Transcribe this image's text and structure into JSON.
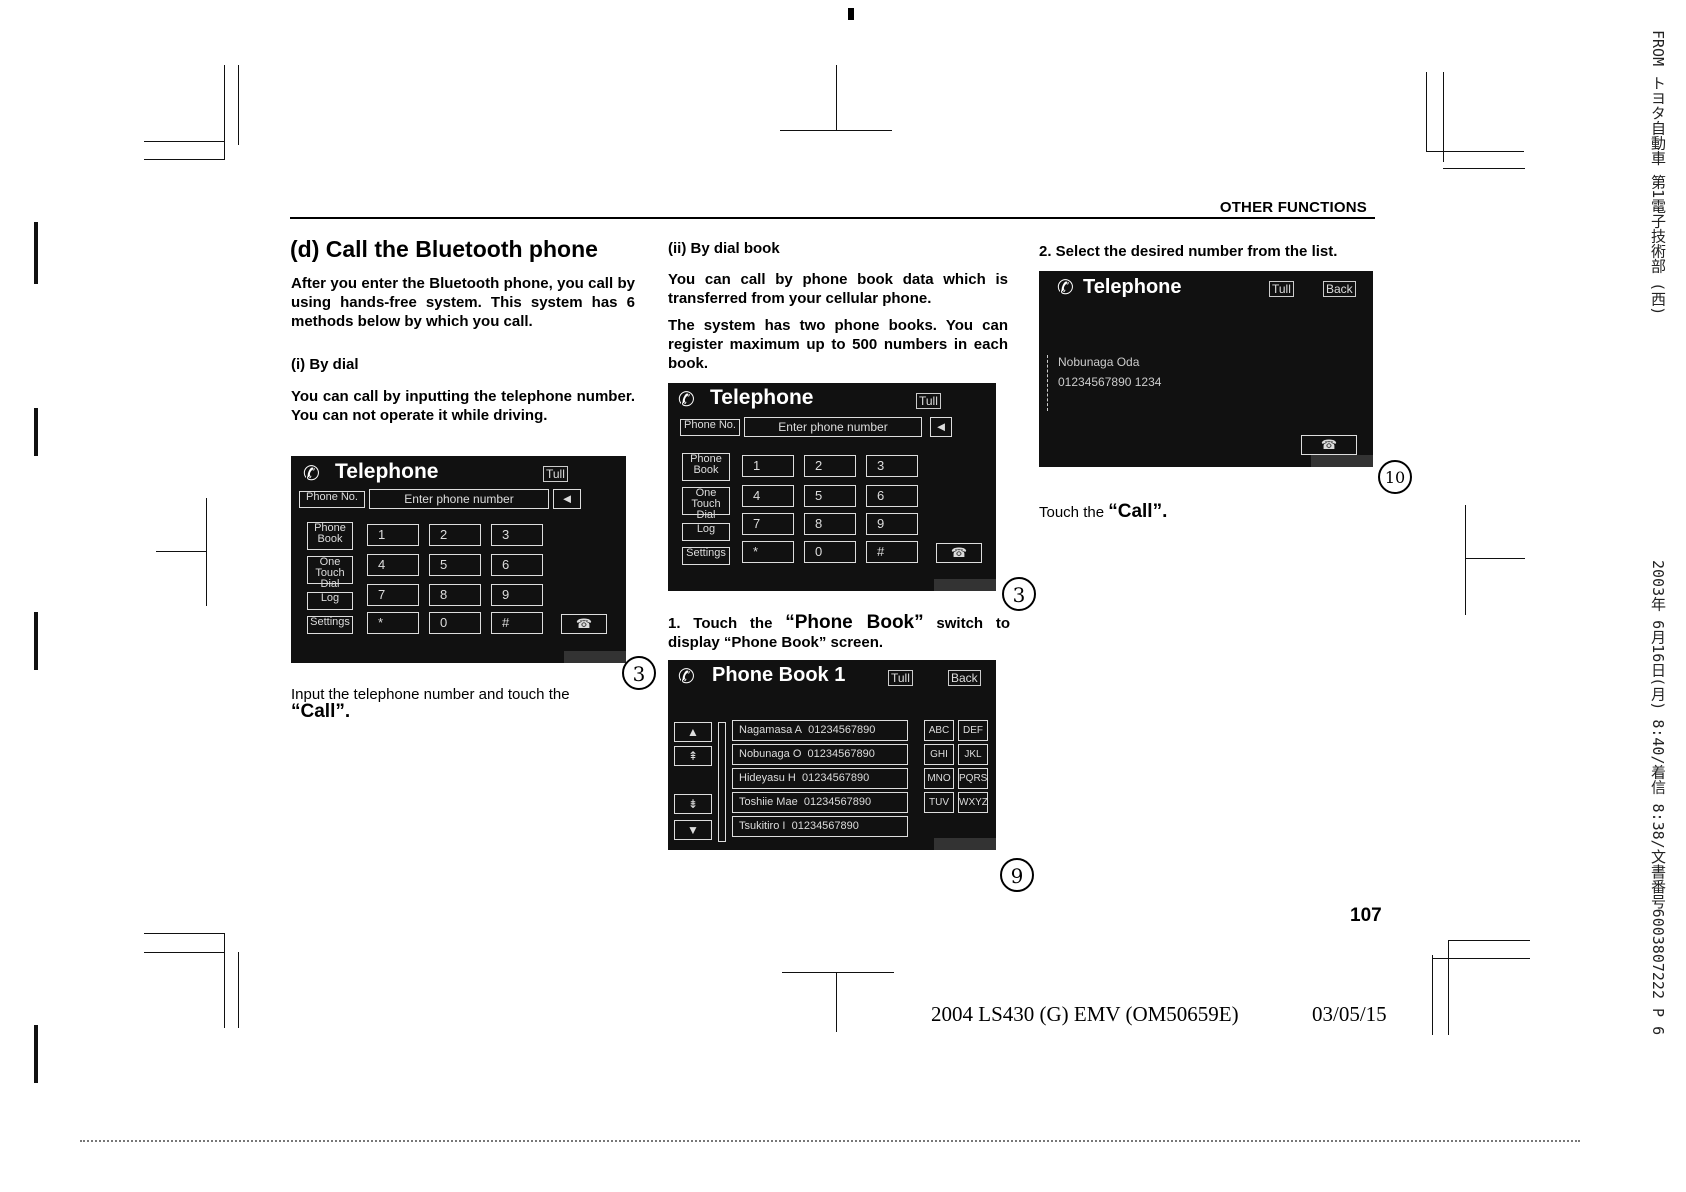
{
  "header": {
    "section": "OTHER FUNCTIONS"
  },
  "col1": {
    "heading": "(d) Call the Bluetooth phone",
    "intro": "After you enter the Bluetooth phone, you call by using hands-free system. This system has 6 methods below by which you call.",
    "sub_i": "(i)  By dial",
    "sub_i_text": "You can call by inputting the telephone number. You can not operate it while driving.",
    "caption_a": "Input the telephone number and touch the",
    "caption_b": "“Call”."
  },
  "col2": {
    "sub_ii": "(ii)  By dial book",
    "text1": "You can call by phone book data which is transferred from your cellular phone.",
    "text2": "The system has two phone books.  You can register maximum up to 500 numbers in each book.",
    "step1_a": "1.  Touch the",
    "step1_b": "“Phone Book”",
    "step1_c": "switch to display “Phone Book” screen."
  },
  "col3": {
    "step2": "2.  Select the desired number from the list.",
    "touch_a": "Touch the",
    "touch_b": "“Call”."
  },
  "dial_screen": {
    "title": "Telephone",
    "status": "Tull",
    "tab_phone_no": "Phone No.",
    "placeholder": "Enter phone number",
    "back_arrow": "◄",
    "side": [
      "Phone Book",
      "One Touch Dial",
      "Log",
      "Settings"
    ],
    "keys": [
      "1",
      "2",
      "3",
      "4",
      "5",
      "6",
      "7",
      "8",
      "9",
      "*",
      "0",
      "#"
    ],
    "call_icon": "phone-icon"
  },
  "phonebook_screen": {
    "title": "Phone Book 1",
    "status": "Tull",
    "back": "Back",
    "entries": [
      {
        "name": "Nagamasa A",
        "number": "01234567890"
      },
      {
        "name": "Nobunaga O",
        "number": "01234567890"
      },
      {
        "name": "Hideyasu H",
        "number": "01234567890"
      },
      {
        "name": "Toshiie Mae",
        "number": "01234567890"
      },
      {
        "name": "Tsukitiro I",
        "number": "01234567890"
      }
    ],
    "alpha": [
      [
        "ABC",
        "DEF"
      ],
      [
        "GHI",
        "JKL"
      ],
      [
        "MNO",
        "PQRS"
      ],
      [
        "TUV",
        "WXYZ"
      ]
    ],
    "arrows": [
      "▲",
      "⇞",
      "⇟",
      "▼"
    ]
  },
  "detail_screen": {
    "title": "Telephone",
    "status": "Tull",
    "back": "Back",
    "name": "Nobunaga Oda",
    "number": "01234567890 1234"
  },
  "annotations": {
    "a": "3",
    "b": "3",
    "c": "9",
    "d": "10"
  },
  "page_number": "107",
  "footer": {
    "model": "2004 LS430 (G) EMV (OM50659E)",
    "date": "03/05/15"
  },
  "fax_header": "FROM トヨタ自動車 第1電子技術部 (西)",
  "fax_timestamp": "2003年 6月16日(月) 8:40/着信 8:38/文書番号6003807222 P 6"
}
